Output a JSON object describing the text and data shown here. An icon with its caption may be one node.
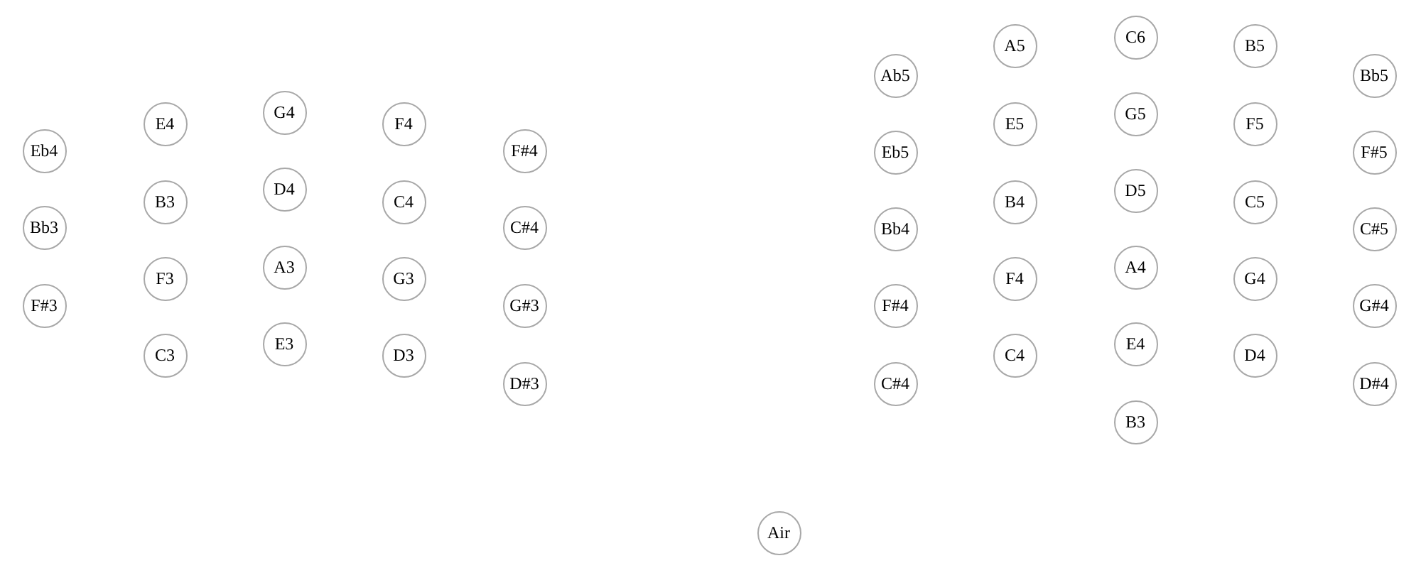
{
  "diagram": {
    "nodes": [
      {
        "text": [
          "Eb4"
        ]
      },
      {
        "text": [
          "Bb3"
        ]
      },
      {
        "text": [
          "F#3"
        ]
      },
      {
        "text": [
          "E4"
        ]
      },
      {
        "text": [
          "B3"
        ]
      },
      {
        "text": [
          "F3"
        ]
      },
      {
        "text": [
          "C3"
        ]
      },
      {
        "text": [
          "G4"
        ]
      },
      {
        "text": [
          "D4"
        ]
      },
      {
        "text": [
          "A3"
        ]
      },
      {
        "text": [
          "E3"
        ]
      },
      {
        "text": [
          "F4"
        ]
      },
      {
        "text": [
          "C4"
        ]
      },
      {
        "text": [
          "G3"
        ]
      },
      {
        "text": [
          "D3"
        ]
      },
      {
        "text": [
          "F#4"
        ]
      },
      {
        "text": [
          "C#4"
        ]
      },
      {
        "text": [
          "G#3"
        ]
      },
      {
        "text": [
          "D#3"
        ]
      },
      {
        "text": [
          "Ab5"
        ]
      },
      {
        "text": [
          "Eb5"
        ]
      },
      {
        "text": [
          "Bb4"
        ]
      },
      {
        "text": [
          "F#4"
        ]
      },
      {
        "text": [
          "C#4"
        ]
      },
      {
        "text": [
          "A5"
        ]
      },
      {
        "text": [
          "E5"
        ]
      },
      {
        "text": [
          "B4"
        ]
      },
      {
        "text": [
          "F4"
        ]
      },
      {
        "text": [
          "C4"
        ]
      },
      {
        "text": [
          "C6"
        ]
      },
      {
        "text": [
          "G5"
        ]
      },
      {
        "text": [
          "D5"
        ]
      },
      {
        "text": [
          "A4"
        ]
      },
      {
        "text": [
          "E4"
        ]
      },
      {
        "text": [
          "B3"
        ]
      },
      {
        "text": [
          "B5"
        ]
      },
      {
        "text": [
          "F5"
        ]
      },
      {
        "text": [
          "C5"
        ]
      },
      {
        "text": [
          "G4"
        ]
      },
      {
        "text": [
          "D4"
        ]
      },
      {
        "text": [
          "Bb5"
        ]
      },
      {
        "text": [
          "F#5"
        ]
      },
      {
        "text": [
          "C#5"
        ]
      },
      {
        "text": [
          "G#4"
        ]
      },
      {
        "text": [
          "D#4"
        ]
      },
      {
        "text": [
          "Air"
        ]
      }
    ]
  }
}
